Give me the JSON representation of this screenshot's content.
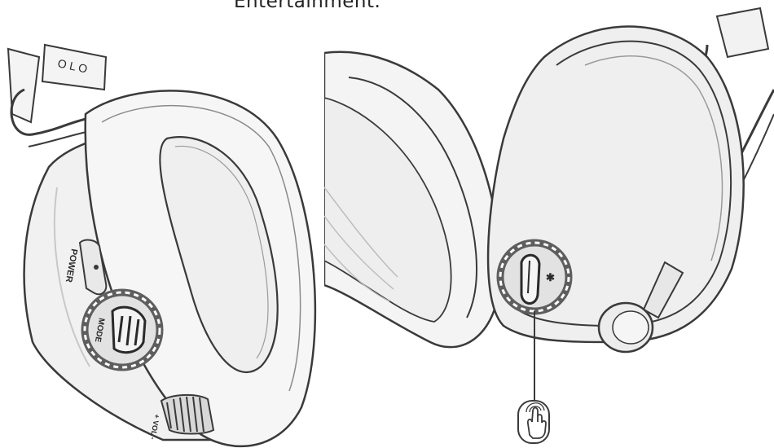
{
  "caption": "Entertainment.",
  "left_illustration": {
    "arm_marking": "O L O",
    "power_label": "POWER",
    "mode_label": "MODE",
    "volume_label": "+ VOL -"
  },
  "right_illustration": {
    "bluetooth_symbol": "✱"
  },
  "colors": {
    "outline": "#3a3a3a",
    "fill_light": "#f2f2f2",
    "fill_mid": "#e6e6e6",
    "highlight_ring": "#5e5e5e",
    "highlight_dash": "#ffffff"
  }
}
